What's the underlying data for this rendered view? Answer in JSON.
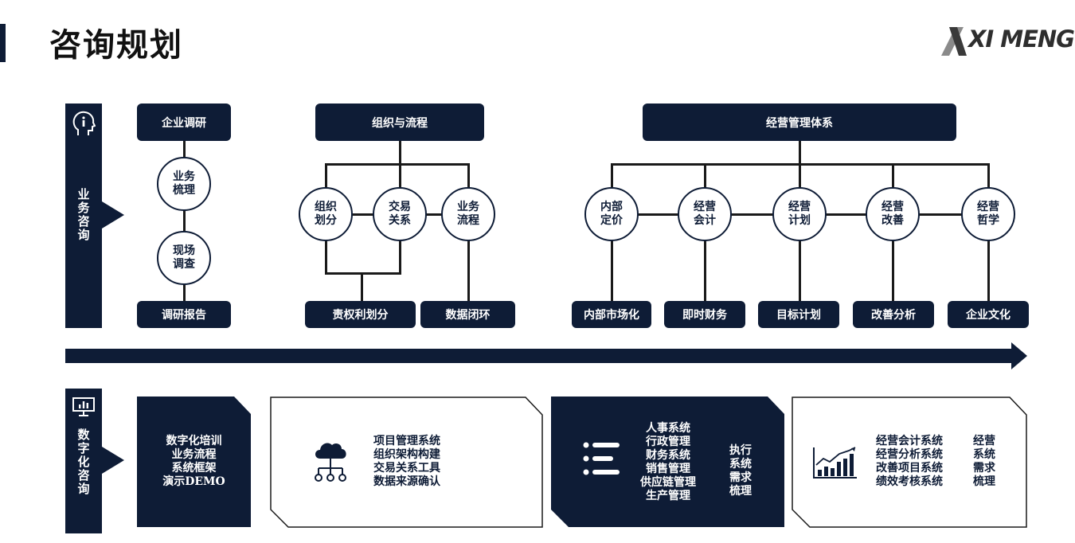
{
  "header": {
    "title": "咨询规划",
    "logo_text": "XI MENG"
  },
  "sections": {
    "business": {
      "label_chars": [
        "业",
        "务",
        "咨",
        "询"
      ],
      "icon": "info-head-icon"
    },
    "digital": {
      "label_chars": [
        "数",
        "字",
        "化",
        "咨",
        "询"
      ],
      "icon": "presentation-chart-icon"
    }
  },
  "research": {
    "top": "企业调研",
    "circles": [
      {
        "l1": "业务",
        "l2": "梳理"
      },
      {
        "l1": "现场",
        "l2": "调查"
      }
    ],
    "bottom": "调研报告"
  },
  "org": {
    "top": "组织与流程",
    "circles": [
      {
        "l1": "组织",
        "l2": "划分"
      },
      {
        "l1": "交易",
        "l2": "关系"
      },
      {
        "l1": "业务",
        "l2": "流程"
      }
    ],
    "bottoms": [
      "责权利划分",
      "数据闭环"
    ]
  },
  "mgmt": {
    "top": "经营管理体系",
    "circles": [
      {
        "l1": "内部",
        "l2": "定价"
      },
      {
        "l1": "经营",
        "l2": "会计"
      },
      {
        "l1": "经营",
        "l2": "计划"
      },
      {
        "l1": "经营",
        "l2": "改善"
      },
      {
        "l1": "经营",
        "l2": "哲学"
      }
    ],
    "bottoms": [
      "内部市场化",
      "即时财务",
      "目标计划",
      "改善分析",
      "企业文化"
    ]
  },
  "panels": {
    "p1": {
      "lines": [
        "数字化培训",
        "业务流程",
        "系统框架",
        "演示DEMO"
      ]
    },
    "p2": {
      "icon": "cloud-network-icon",
      "lines": [
        "项目管理系统",
        "组织架构构建",
        "交易关系工具",
        "数据来源确认"
      ]
    },
    "p3": {
      "icon": "list-icon",
      "lines": [
        "人事系统",
        "行政管理",
        "财务系统",
        "销售管理",
        "供应链管理",
        "生产管理"
      ],
      "side": [
        "执行",
        "系统",
        "需求",
        "梳理"
      ]
    },
    "p4": {
      "icon": "bar-chart-icon",
      "lines": [
        "经营会计系统",
        "经营分析系统",
        "改善项目系统",
        "绩效考核系统"
      ],
      "side": [
        "经营",
        "系统",
        "需求",
        "梳理"
      ]
    }
  },
  "colors": {
    "navy": "#0e1c36",
    "white": "#ffffff"
  }
}
